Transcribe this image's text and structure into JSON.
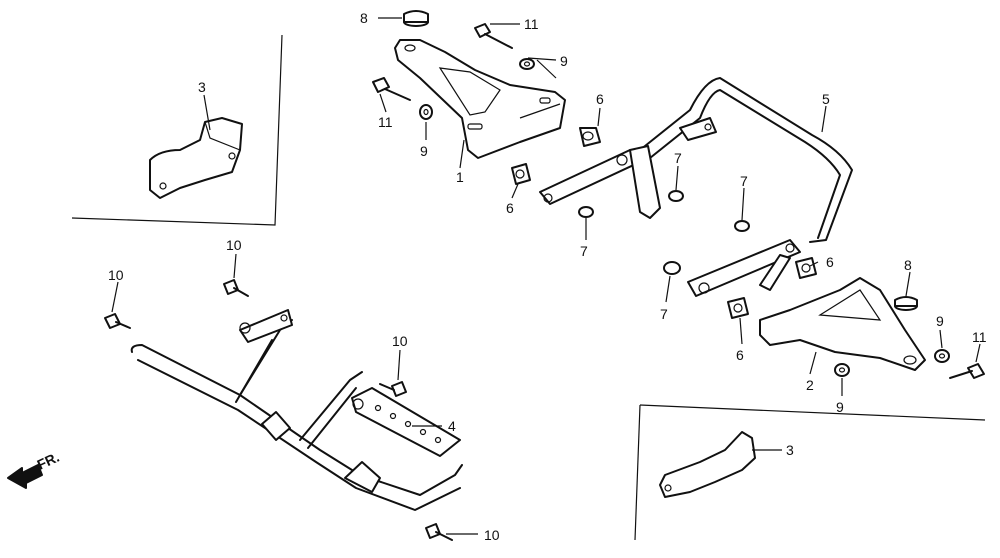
{
  "diagram": {
    "direction_label": "FR.",
    "callouts": [
      {
        "id": "c8a",
        "text": "8"
      },
      {
        "id": "c11a",
        "text": "11"
      },
      {
        "id": "c9a",
        "text": "9"
      },
      {
        "id": "c6a",
        "text": "6"
      },
      {
        "id": "c5",
        "text": "5"
      },
      {
        "id": "c3a",
        "text": "3"
      },
      {
        "id": "c11b",
        "text": "11"
      },
      {
        "id": "c9b",
        "text": "9"
      },
      {
        "id": "c1",
        "text": "1"
      },
      {
        "id": "c6b",
        "text": "6"
      },
      {
        "id": "c7a",
        "text": "7"
      },
      {
        "id": "c7b",
        "text": "7"
      },
      {
        "id": "c7c",
        "text": "7"
      },
      {
        "id": "c10a",
        "text": "10"
      },
      {
        "id": "c10b",
        "text": "10"
      },
      {
        "id": "c6c",
        "text": "6"
      },
      {
        "id": "c8b",
        "text": "8"
      },
      {
        "id": "c7d",
        "text": "7"
      },
      {
        "id": "c6d",
        "text": "6"
      },
      {
        "id": "c9c",
        "text": "9"
      },
      {
        "id": "c11c",
        "text": "11"
      },
      {
        "id": "c10c",
        "text": "10"
      },
      {
        "id": "c2",
        "text": "2"
      },
      {
        "id": "c9d",
        "text": "9"
      },
      {
        "id": "c4",
        "text": "4"
      },
      {
        "id": "c3b",
        "text": "3"
      },
      {
        "id": "c10d",
        "text": "10"
      }
    ]
  }
}
